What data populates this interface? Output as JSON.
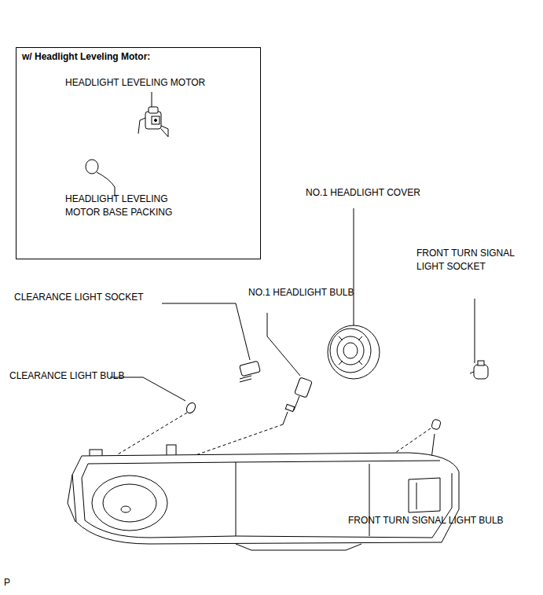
{
  "diagram": {
    "nodes": [
      {
        "text": [
          "w/ Headlight Leveling Motor:",
          "HEADLIGHT LEVELING MOTOR",
          "HEADLIGHT LEVELING MOTOR BASE PACKING"
        ]
      }
    ],
    "labels": [
      "NO.1 HEADLIGHT COVER",
      "FRONT TURN SIGNAL LIGHT SOCKET",
      "NO.1 HEADLIGHT BULB",
      "CLEARANCE LIGHT SOCKET",
      "CLEARANCE LIGHT BULB",
      "FRONT TURN SIGNAL LIGHT BULB",
      "P"
    ]
  }
}
